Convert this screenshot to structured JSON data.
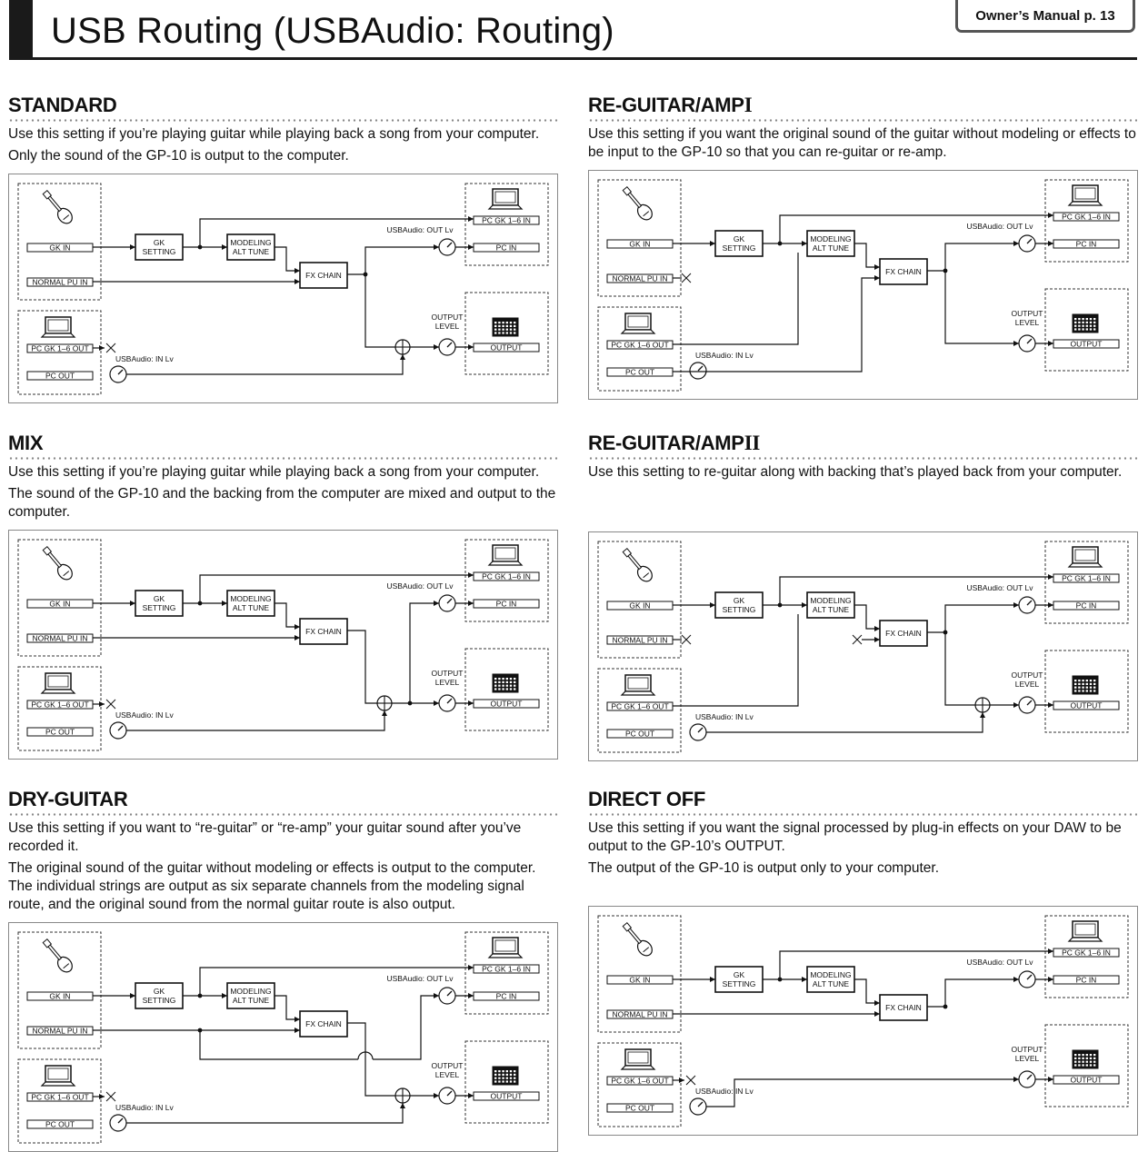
{
  "header": {
    "title": "USB Routing (USBAudio: Routing)",
    "manual_ref": "Owner’s Manual p. 13"
  },
  "labels": {
    "gk_in": "GK IN",
    "normal_pu_in": "NORMAL PU IN",
    "gk_setting_1": "GK",
    "gk_setting_2": "SETTING",
    "modeling_1": "MODELING",
    "modeling_2": "ALT TUNE",
    "fx_chain": "FX CHAIN",
    "usb_out_lv": "USBAudio: OUT Lv",
    "usb_in_lv": "USBAudio: IN Lv",
    "pc_gk_in": "PC GK 1–6 IN",
    "pc_in": "PC IN",
    "output_level_1": "OUTPUT",
    "output_level_2": "LEVEL",
    "output": "OUTPUT",
    "pc_gk_out": "PC GK 1–6 OUT",
    "pc_out": "PC OUT"
  },
  "icons": [
    "guitar-icon",
    "laptop-icon",
    "amp-icon",
    "knob-icon",
    "mixer-plus-icon",
    "mute-x-icon"
  ],
  "sections": [
    {
      "id": "standard",
      "title": "STANDARD",
      "roman": "",
      "paragraphs": [
        "Use this setting if you’re playing guitar while playing back a song from your computer.",
        "Only the sound of the GP-10 is output to the computer."
      ]
    },
    {
      "id": "reguitar-1",
      "title": "RE-GUITAR/AMP",
      "roman": "I",
      "paragraphs": [
        "Use this setting if you want the original sound of the guitar without modeling or effects to be input to the GP-10 so that you can re-guitar or re-amp."
      ]
    },
    {
      "id": "mix",
      "title": "MIX",
      "roman": "",
      "paragraphs": [
        "Use this setting if you’re playing guitar while playing back a song from your computer.",
        "The sound of the GP-10 and the backing from the computer are mixed and output to the computer."
      ]
    },
    {
      "id": "reguitar-2",
      "title": "RE-GUITAR/AMP",
      "roman": "II",
      "paragraphs": [
        "Use this setting to re-guitar along with backing that’s played back from your computer."
      ]
    },
    {
      "id": "dry-guitar",
      "title": "DRY-GUITAR",
      "roman": "",
      "paragraphs": [
        "Use this setting if you want to “re-guitar” or “re-amp” your guitar sound after you’ve recorded it.",
        "The original sound of the guitar without modeling or effects is output to the computer. The individual strings are output as six separate channels from the modeling signal route, and the original sound from the normal guitar route is also output."
      ]
    },
    {
      "id": "direct-off",
      "title": "DIRECT OFF",
      "roman": "",
      "paragraphs": [
        "Use this setting if you want the signal processed by plug-in effects on your DAW to be output to the GP-10’s OUTPUT.",
        "The output of the GP-10 is output only to your computer."
      ]
    }
  ]
}
